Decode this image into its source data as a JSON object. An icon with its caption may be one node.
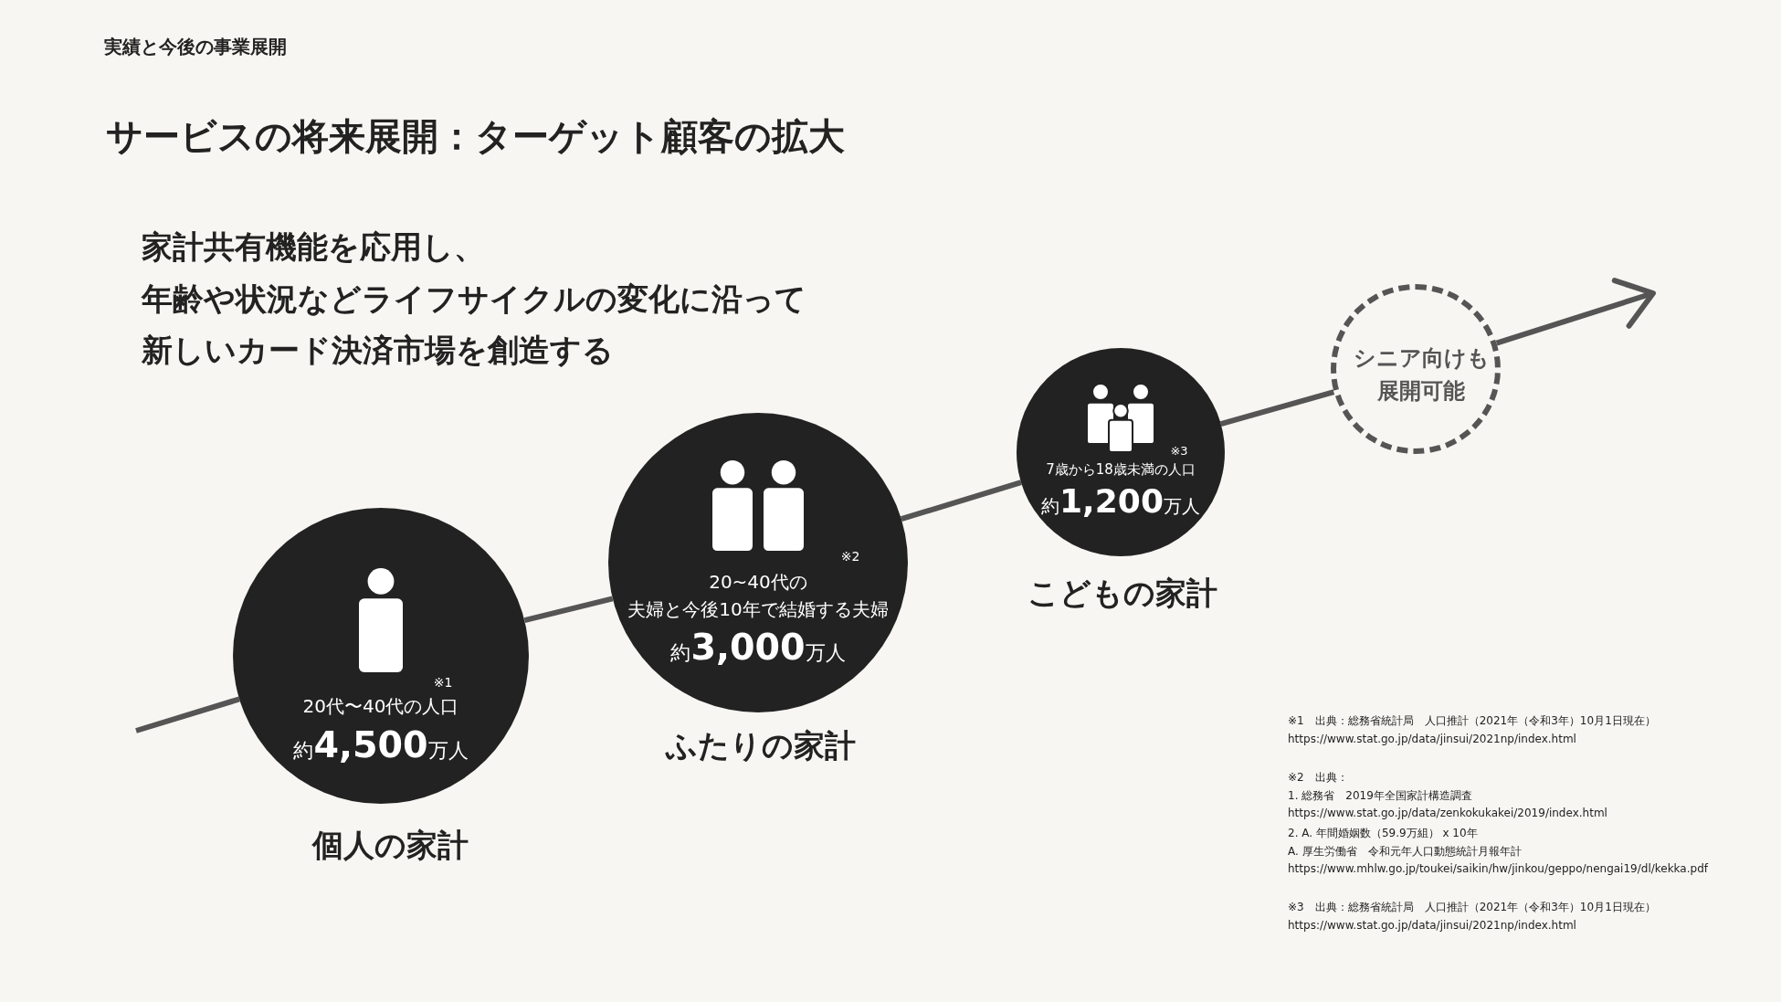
{
  "diagram": {
    "title": "サービスの将来展開：ターゲット顧客の拡大",
    "nodes": [
      {
        "text": [
          "※1",
          "20代〜40代の人口",
          "約**4,500**万人"
        ],
        "beside": [
          "個人の家計"
        ]
      },
      {
        "text": [
          "※2",
          "20~40代の夫婦と今後10年で結婚する夫婦",
          "約**3,000**万人"
        ],
        "beside": [
          "ふたりの家計"
        ]
      },
      {
        "text": [
          "※3",
          "7歳から18歳未満の人口",
          "約**1,200**万人"
        ],
        "beside": [
          "こどもの家計"
        ]
      },
      {
        "text": [
          "シニア向けも展開可能"
        ]
      }
    ],
    "edges": [
      {
        "from": null,
        "to": 0,
        "arrow": "none"
      },
      {
        "from": 0,
        "to": 1,
        "arrow": "none"
      },
      {
        "from": 1,
        "to": 2,
        "arrow": "none"
      },
      {
        "from": 2,
        "to": 3,
        "arrow": "none"
      },
      {
        "from": 3,
        "to": null,
        "arrow": "to"
      }
    ],
    "labels": [
      "実績と今後の事業展開",
      "家計共有機能を応用し、",
      "年齢や状況などライフサイクルの変化に沿って",
      "新しいカード決済市場を創造する",
      "※1　出典：総務省統計局　人口推計（2021年（令和3年）10月1日現在）",
      "https://www.stat.go.jp/data/jinsui/2021np/index.html",
      "※2　出典：",
      "1. 総務省　2019年全国家計構造調査",
      "https://www.stat.go.jp/data/zenkokukakei/2019/index.html",
      "2. A. 年間婚姻数（59.9万組） x 10年",
      "A. 厚生労働省　令和元年人口動態統計月報年計",
      "https://www.mhlw.go.jp/toukei/saikin/hw/jinkou/geppo/nengai19/dl/kekka.pdf",
      "※3　出典：総務省統計局　人口推計（2021年（令和3年）10月1日現在）",
      "https://www.stat.go.jp/data/jinsui/2021np/index.html"
    ]
  }
}
